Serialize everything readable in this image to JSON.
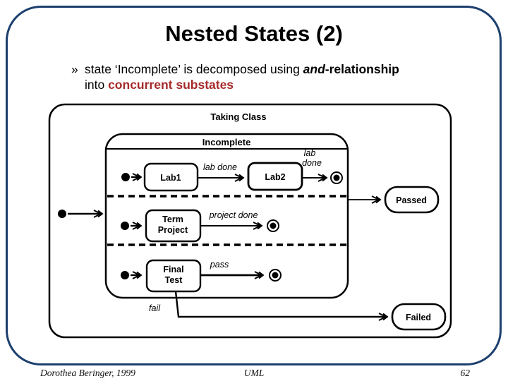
{
  "slide": {
    "title": "Nested States (2)",
    "bullet": {
      "marker": "»",
      "text_normal": "state ‘Incomplete’ is decomposed using ",
      "text_and": "and",
      "text_rel": "-relationship",
      "line2_normal": "into ",
      "line2_highlight": "concurrent substates"
    }
  },
  "colors": {
    "border_navy": "#1C3F6E",
    "highlight_red": "#A52A2A",
    "ink": "#000000"
  },
  "diagram": {
    "type": "uml-statechart",
    "outer_state": "Taking Class",
    "composite_state": "Incomplete",
    "states": {
      "lab1": "Lab1",
      "lab2": "Lab2",
      "term_project_line1": "Term",
      "term_project_line2": "Project",
      "final_test_line1": "Final",
      "final_test_line2": "Test",
      "passed": "Passed",
      "failed": "Failed"
    },
    "transitions": {
      "lab_done_1": "lab done",
      "lab_done_2_line1": "lab",
      "lab_done_2_line2": "done",
      "project_done": "project done",
      "pass": "pass",
      "fail": "fail"
    }
  },
  "footer": {
    "author": "Dorothea Beringer, 1999",
    "center": "UML",
    "page_number": "62"
  }
}
